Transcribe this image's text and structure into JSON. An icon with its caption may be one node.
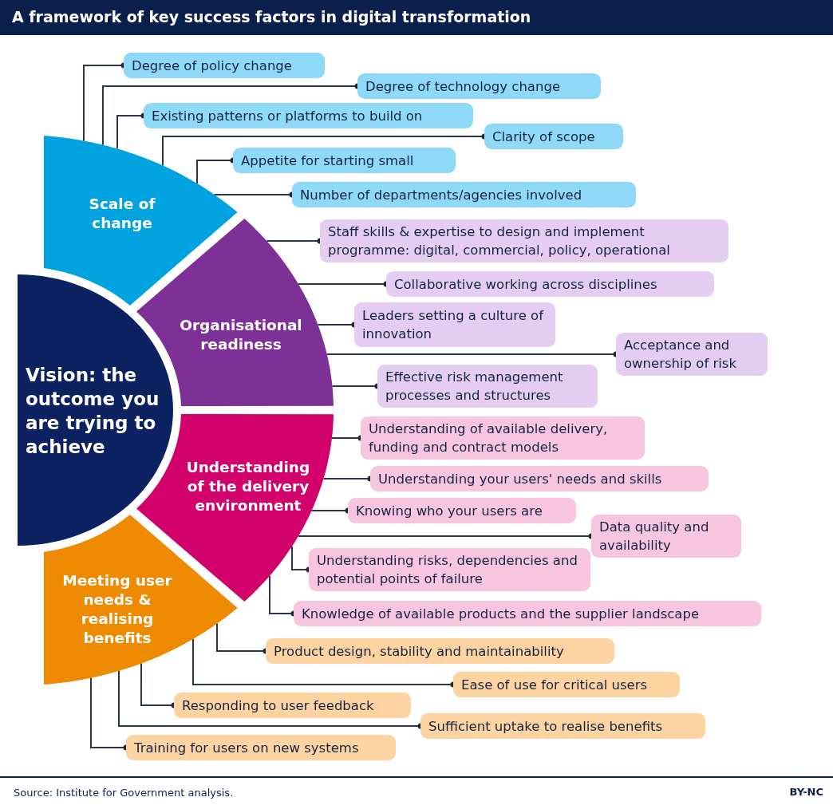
{
  "diagram": {
    "title": "A framework of key success factors in digital transformation",
    "caption": "Source: Institute for Government analysis.",
    "nodes": [
      {
        "text": [
          "Vision: the outcome you are trying to achieve"
        ]
      },
      {
        "text": [
          "Scale of change"
        ]
      },
      {
        "text": [
          "Organisational readiness"
        ]
      },
      {
        "text": [
          "Understanding of the delivery environment"
        ]
      },
      {
        "text": [
          "Meeting user needs & realising benefits"
        ]
      },
      {
        "text": [
          "Degree of policy change"
        ]
      },
      {
        "text": [
          "Degree of technology change"
        ]
      },
      {
        "text": [
          "Existing patterns or platforms to build on"
        ]
      },
      {
        "text": [
          "Clarity of scope"
        ]
      },
      {
        "text": [
          "Appetite for starting small"
        ]
      },
      {
        "text": [
          "Number of departments/agencies involved"
        ]
      },
      {
        "text": [
          "Staff skills & expertise to design and implement programme: digital, commercial, policy, operational"
        ]
      },
      {
        "text": [
          "Collaborative working across disciplines"
        ]
      },
      {
        "text": [
          "Leaders setting a culture of innovation"
        ]
      },
      {
        "text": [
          "Acceptance and ownership of risk"
        ]
      },
      {
        "text": [
          "Effective risk management processes and structures"
        ]
      },
      {
        "text": [
          "Understanding of available delivery, funding and contract models"
        ]
      },
      {
        "text": [
          "Understanding your users' needs and skills"
        ]
      },
      {
        "text": [
          "Knowing who your users are"
        ]
      },
      {
        "text": [
          "Data quality and availability"
        ]
      },
      {
        "text": [
          "Understanding risks, dependencies and potential points of failure"
        ]
      },
      {
        "text": [
          "Knowledge of available products and the supplier landscape"
        ]
      },
      {
        "text": [
          "Product design, stability and maintainability"
        ]
      },
      {
        "text": [
          "Ease of use for critical users"
        ]
      },
      {
        "text": [
          "Responding to user feedback"
        ]
      },
      {
        "text": [
          "Sufficient uptake to realise benefits"
        ]
      },
      {
        "text": [
          "Training for users on new systems"
        ]
      }
    ],
    "edges": [
      {
        "from": 1,
        "to": 5,
        "arrow": "other"
      },
      {
        "from": 1,
        "to": 6,
        "arrow": "other"
      },
      {
        "from": 1,
        "to": 7,
        "arrow": "other"
      },
      {
        "from": 1,
        "to": 8,
        "arrow": "other"
      },
      {
        "from": 1,
        "to": 9,
        "arrow": "other"
      },
      {
        "from": 1,
        "to": 10,
        "arrow": "other"
      },
      {
        "from": 2,
        "to": 11,
        "arrow": "other"
      },
      {
        "from": 2,
        "to": 12,
        "arrow": "other"
      },
      {
        "from": 2,
        "to": 13,
        "arrow": "other"
      },
      {
        "from": 2,
        "to": 14,
        "arrow": "other"
      },
      {
        "from": 2,
        "to": 15,
        "arrow": "other"
      },
      {
        "from": 3,
        "to": 16,
        "arrow": "other"
      },
      {
        "from": 3,
        "to": 17,
        "arrow": "other"
      },
      {
        "from": 3,
        "to": 18,
        "arrow": "other"
      },
      {
        "from": 3,
        "to": 19,
        "arrow": "other"
      },
      {
        "from": 3,
        "to": 20,
        "arrow": "other"
      },
      {
        "from": 3,
        "to": 21,
        "arrow": "other"
      },
      {
        "from": 4,
        "to": 22,
        "arrow": "other"
      },
      {
        "from": 4,
        "to": 23,
        "arrow": "other"
      },
      {
        "from": 4,
        "to": 24,
        "arrow": "other"
      },
      {
        "from": 4,
        "to": 25,
        "arrow": "other"
      },
      {
        "from": 4,
        "to": 26,
        "arrow": "other"
      }
    ],
    "labels": [
      "BY-NC"
    ]
  }
}
